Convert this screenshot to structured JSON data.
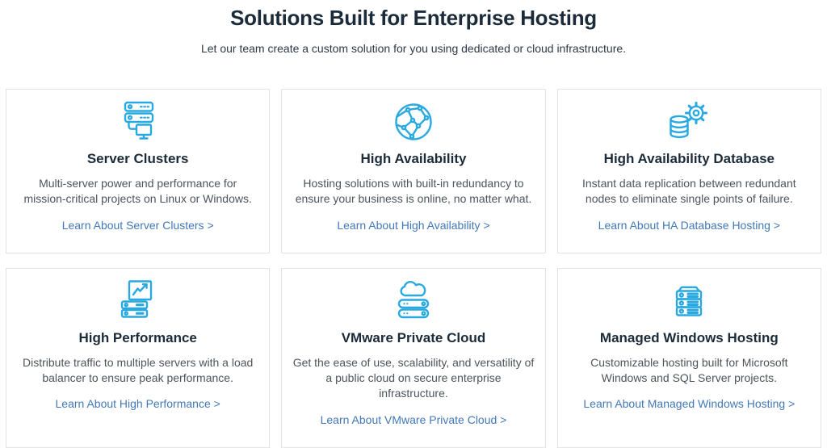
{
  "header": {
    "title": "Solutions Built for Enterprise Hosting",
    "subtitle": "Let our team create a custom solution for you using dedicated or cloud infrastructure."
  },
  "colors": {
    "icon_accent_blue": "#29a9e1",
    "link_blue": "#4278b8",
    "heading_navy": "#1c2b39",
    "body_text_gray": "#4d545c",
    "card_border_gray": "#e2e2e2"
  },
  "cards": [
    {
      "icon": "server-clusters-icon",
      "title": "Server Clusters",
      "description": "Multi-server power and performance for mission-critical projects on Linux or Windows.",
      "link_label": "Learn About Server Clusters >"
    },
    {
      "icon": "high-availability-globe-icon",
      "title": "High Availability",
      "description": "Hosting solutions with built-in redundancy to ensure your business is online, no matter what.",
      "link_label": "Learn About High Availability >"
    },
    {
      "icon": "database-gear-icon",
      "title": "High Availability Database",
      "description": "Instant data replication between redundant nodes to eliminate single points of failure.",
      "link_label": "Learn About HA Database Hosting >"
    },
    {
      "icon": "performance-monitor-chart-icon",
      "title": "High Performance",
      "description": "Distribute traffic to multiple servers with a load balancer to ensure peak performance.",
      "link_label": "Learn About High Performance >"
    },
    {
      "icon": "cloud-over-servers-icon",
      "title": "VMware Private Cloud",
      "description": "Get the ease of use, scalability, and versatility of a public cloud on secure enterprise infrastructure.",
      "link_label": "Learn About VMware Private Cloud >"
    },
    {
      "icon": "server-stack-tower-icon",
      "title": "Managed Windows Hosting",
      "description": "Customizable hosting built for Microsoft Windows and SQL Server projects.",
      "link_label": "Learn About Managed Windows Hosting >"
    }
  ]
}
